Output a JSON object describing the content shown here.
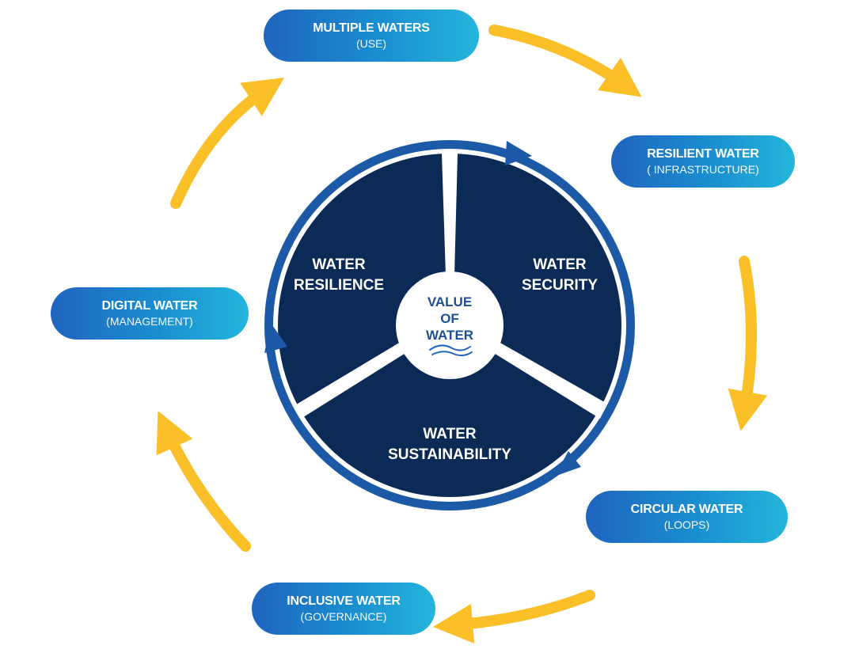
{
  "center": {
    "line1": "VALUE",
    "line2": "OF",
    "line3": "WATER"
  },
  "segments": {
    "security": {
      "line1": "WATER",
      "line2": "SECURITY"
    },
    "sustainability": {
      "line1": "WATER",
      "line2": "SUSTAINABILITY"
    },
    "resilience": {
      "line1": "WATER",
      "line2": "RESILIENCE"
    }
  },
  "nodes": [
    {
      "title": "MULTIPLE WATERS",
      "subtitle": "(USE)"
    },
    {
      "title": "RESILIENT WATER",
      "subtitle": "( INFRASTRUCTURE)"
    },
    {
      "title": "CIRCULAR WATER",
      "subtitle": "(LOOPS)"
    },
    {
      "title": "INCLUSIVE WATER",
      "subtitle": "(GOVERNANCE)"
    },
    {
      "title": "DIGITAL WATER",
      "subtitle": "(MANAGEMENT)"
    }
  ],
  "colors": {
    "wheel": "#0b2a55",
    "ring": "#1c59a6",
    "arrow": "#fbbf28",
    "pill_start": "#1f64be",
    "pill_end": "#25b5dc",
    "center_text": "#1d4f97"
  }
}
